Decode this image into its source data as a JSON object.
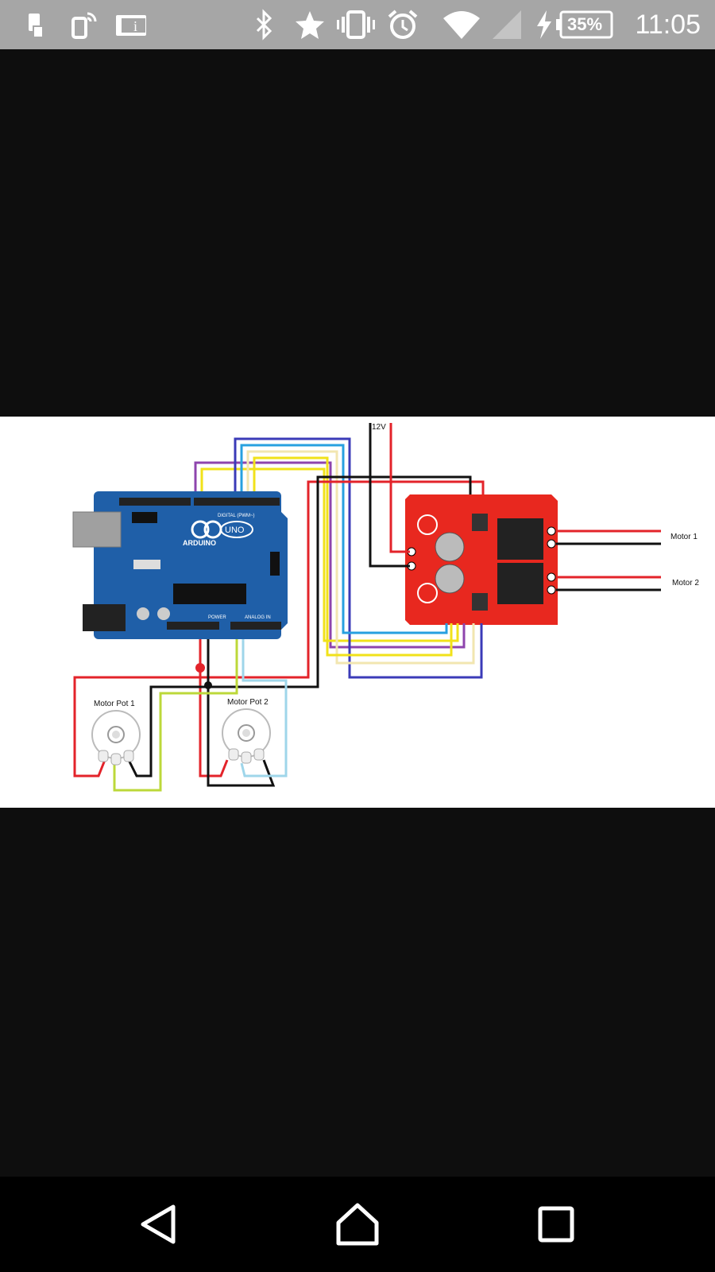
{
  "status_bar": {
    "battery_percent": "35%",
    "time": "11:05",
    "icons": [
      "sim-icon",
      "phone-rotate-icon",
      "info-card-icon",
      "bluetooth-icon",
      "star-icon",
      "vibrate-icon",
      "alarm-icon",
      "wifi-icon",
      "signal-icon",
      "charging-icon",
      "battery-icon"
    ]
  },
  "diagram": {
    "supply_label": "12V",
    "motor1_label": "Motor 1",
    "motor2_label": "Motor 2",
    "pot1_label": "Motor Pot 1",
    "pot2_label": "Motor Pot 2",
    "arduino_brand": "ARDUINO",
    "arduino_model": "UNO",
    "arduino_digital_label": "DIGITAL (PWM~)",
    "arduino_power_label": "POWER",
    "arduino_analog_label": "ANALOG IN"
  },
  "nav_bar": {
    "buttons": [
      "back",
      "home",
      "recents"
    ]
  }
}
